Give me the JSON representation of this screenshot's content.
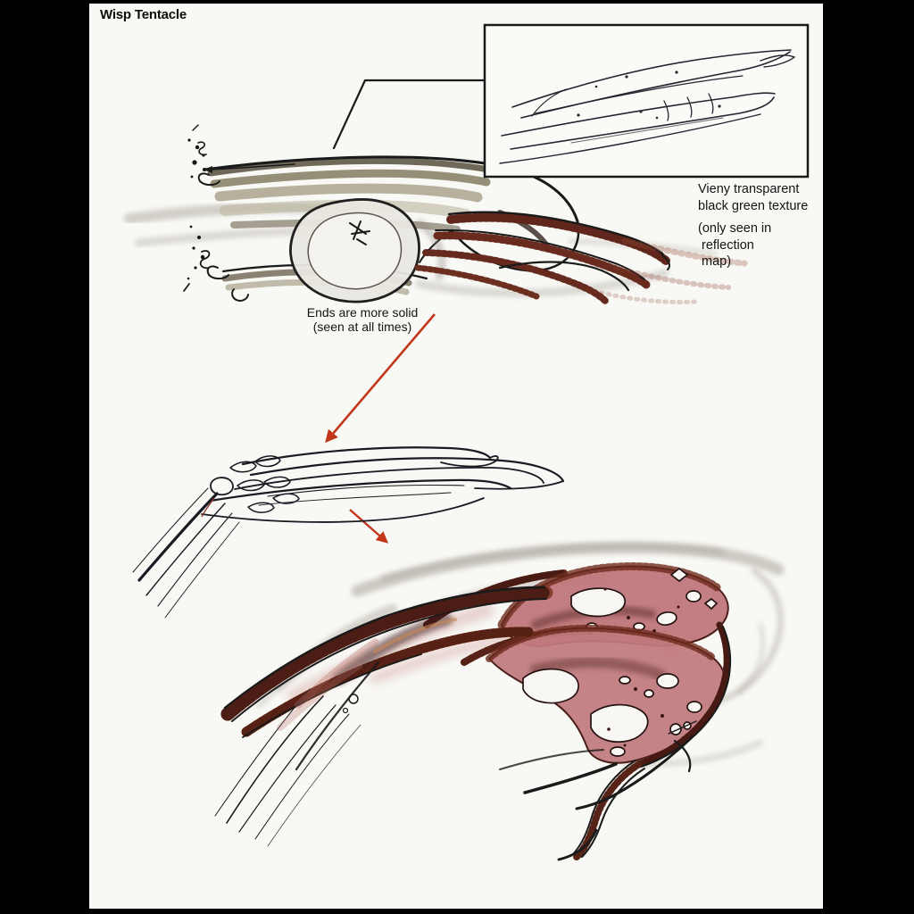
{
  "page": {
    "title": "Wisp Tentacle"
  },
  "annotations": {
    "texture_note": {
      "line1": "Vieny transparent",
      "line2": "black green texture",
      "line3": "(only seen in",
      "line4": "reflection",
      "line5": "map)"
    },
    "ends_note": {
      "line1": "Ends are more solid",
      "line2": "(seen at all times)"
    }
  },
  "figures": {
    "main_sketch": "curled-wisp-tentacle-color-sketch",
    "inset_sketch": "tentacle-tips-line-detail",
    "mid_sketch": "tentacle-ends-line-sketch",
    "solid_sketch": "tentacle-ends-solid-color-render"
  },
  "colors": {
    "paper": "#f8f8f5",
    "frame": "#000000",
    "ink": "#1a1a1a",
    "arrow": "#c2371a",
    "membrane": "#bd7478",
    "rust": "#8a4030",
    "olive": "#8a8064"
  }
}
